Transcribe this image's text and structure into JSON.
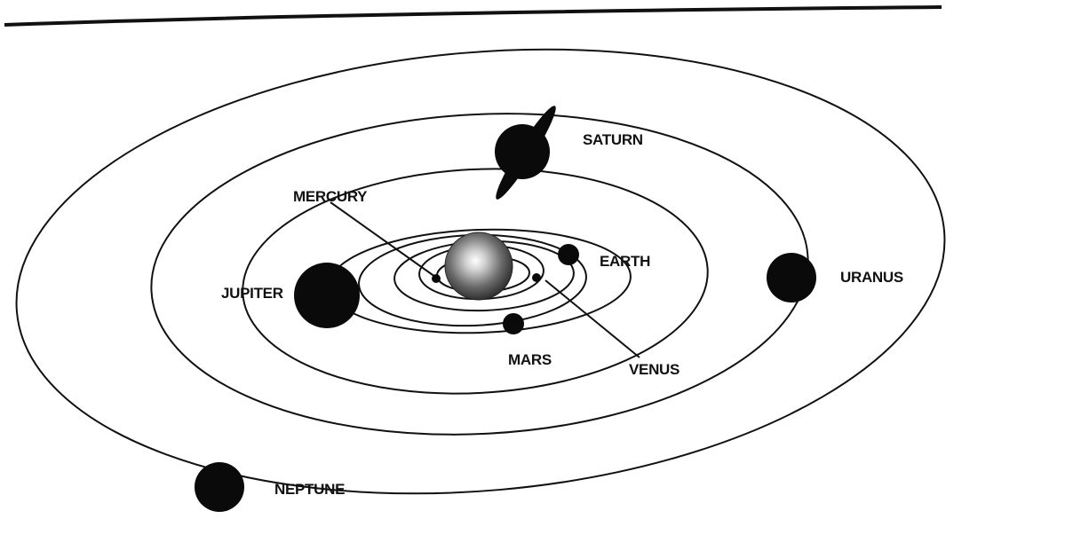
{
  "diagram": {
    "center_body": {
      "name": "sun"
    },
    "planets": [
      {
        "key": "mercury",
        "label": "MERCURY"
      },
      {
        "key": "venus",
        "label": "VENUS"
      },
      {
        "key": "earth",
        "label": "EARTH"
      },
      {
        "key": "mars",
        "label": "MARS"
      },
      {
        "key": "jupiter",
        "label": "JUPITER"
      },
      {
        "key": "saturn",
        "label": "SATURN"
      },
      {
        "key": "uranus",
        "label": "URANUS"
      },
      {
        "key": "neptune",
        "label": "NEPTUNE"
      }
    ],
    "colors": {
      "ink": "#111111",
      "planet_fill": "#0a0a0a",
      "sun_highlight": "#ffffff",
      "sun_shadow": "#2a2a2a",
      "background": "#ffffff"
    }
  }
}
